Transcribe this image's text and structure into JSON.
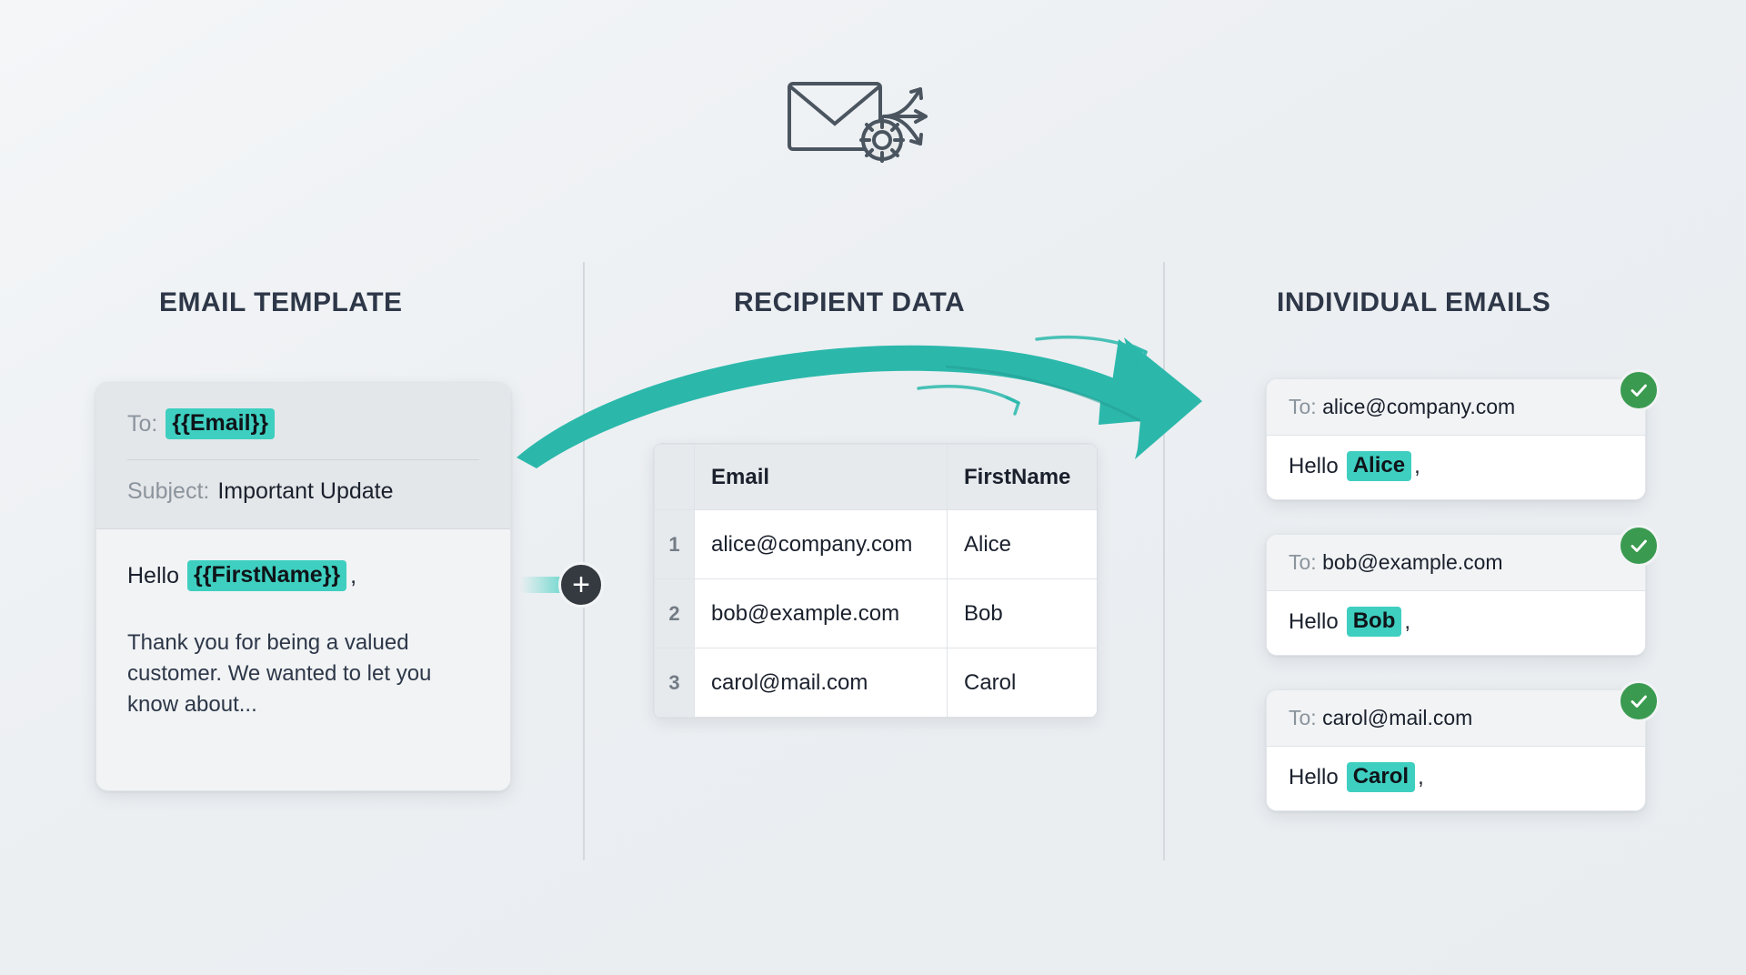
{
  "header": {
    "icon": "envelope-gear-distribute-icon"
  },
  "columns": {
    "template_heading": "EMAIL TEMPLATE",
    "recipients_heading": "RECIPIENT DATA",
    "emails_heading": "INDIVIDUAL EMAILS"
  },
  "template": {
    "to_label": "To:",
    "to_token": "{{Email}}",
    "subject_label": "Subject:",
    "subject_value": "Important Update",
    "greeting_prefix": "Hello",
    "greeting_token": "{{FirstName}}",
    "greeting_suffix": ",",
    "body_paragraph": "Thank you for being a valued customer. We wanted to let you know about..."
  },
  "connector": {
    "symbol": "+",
    "name": "merge-plus-connector"
  },
  "recipients": {
    "columns": [
      "Email",
      "FirstName"
    ],
    "rows": [
      {
        "index": "1",
        "email": "alice@company.com",
        "firstname": "Alice"
      },
      {
        "index": "2",
        "email": "bob@example.com",
        "firstname": "Bob"
      },
      {
        "index": "3",
        "email": "carol@mail.com",
        "firstname": "Carol"
      }
    ]
  },
  "emails": [
    {
      "to_label": "To:",
      "to_value": "alice@company.com",
      "greeting_prefix": "Hello",
      "greeting_name": "Alice",
      "greeting_suffix": ",",
      "status": "sent"
    },
    {
      "to_label": "To:",
      "to_value": "bob@example.com",
      "greeting_prefix": "Hello",
      "greeting_name": "Bob",
      "greeting_suffix": ",",
      "status": "sent"
    },
    {
      "to_label": "To:",
      "to_value": "carol@mail.com",
      "greeting_prefix": "Hello",
      "greeting_name": "Carol",
      "greeting_suffix": ",",
      "status": "sent"
    }
  ],
  "colors": {
    "accent_teal": "#3fcfc0",
    "arrow_teal": "#2bb8ab",
    "success_green": "#3a9b50",
    "heading_slate": "#2d3748",
    "background": "#eef1f4"
  }
}
